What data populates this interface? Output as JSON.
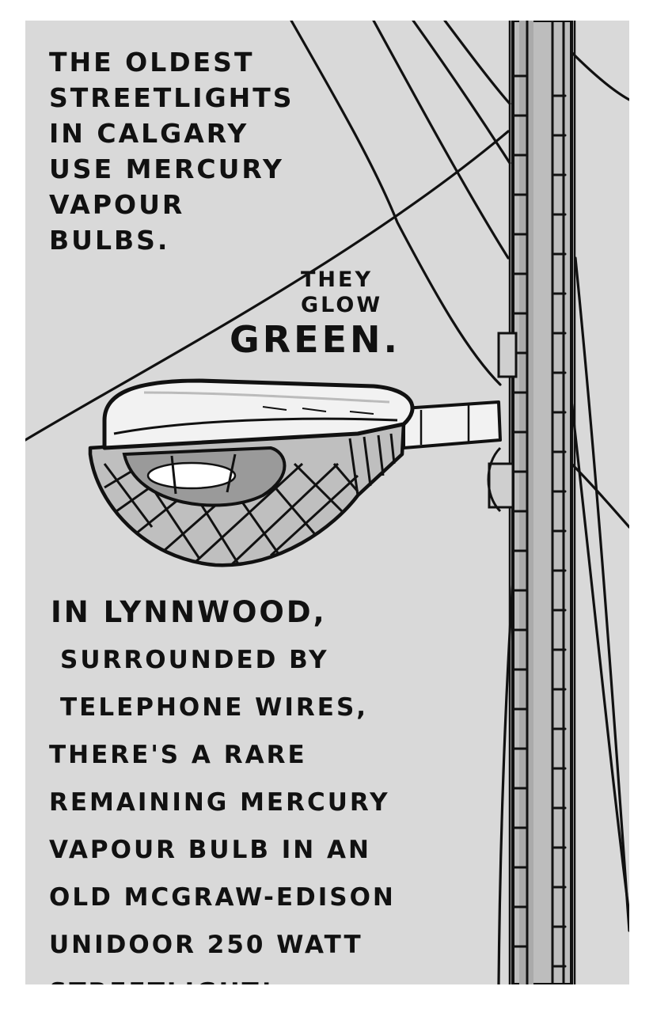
{
  "caption_top": [
    "The oldest",
    "streetlights",
    "in Calgary",
    "use mercury",
    "vapour",
    "bulbs."
  ],
  "caption_glow": {
    "line1": "They",
    "line2": "glow",
    "emphasis": "GREEN."
  },
  "caption_bottom": [
    "In Lynnwood,",
    "surrounded by",
    "telephone wires,",
    "There's a rare",
    "remaining mercury",
    "vapour bulb in an",
    "old McGraw-Edison",
    "Unidoor 250 watt",
    "streetlight!"
  ],
  "colors": {
    "background": "#d9d9d9",
    "ink": "#111111",
    "lamp_housing": "#f2f2f2",
    "lens_glow": "#ffffff",
    "pole": "#aaaaaa"
  }
}
